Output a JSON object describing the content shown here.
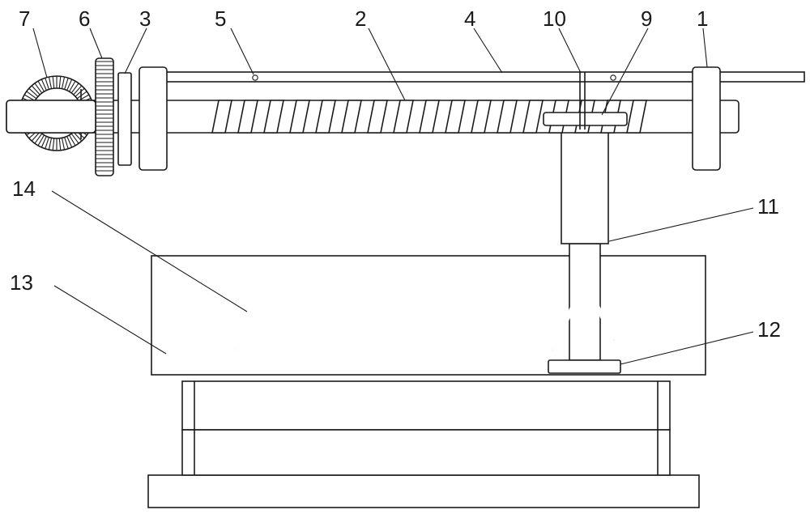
{
  "figure": {
    "callout_labels": {
      "l1": "1",
      "l2": "2",
      "l3": "3",
      "l4": "4",
      "l5": "5",
      "l6": "6",
      "l7": "7",
      "l9": "9",
      "l10": "10",
      "l11": "11",
      "l12": "12",
      "l13": "13",
      "l14": "14"
    },
    "colors": {
      "line": "#1a1a1a",
      "background": "#ffffff"
    }
  }
}
